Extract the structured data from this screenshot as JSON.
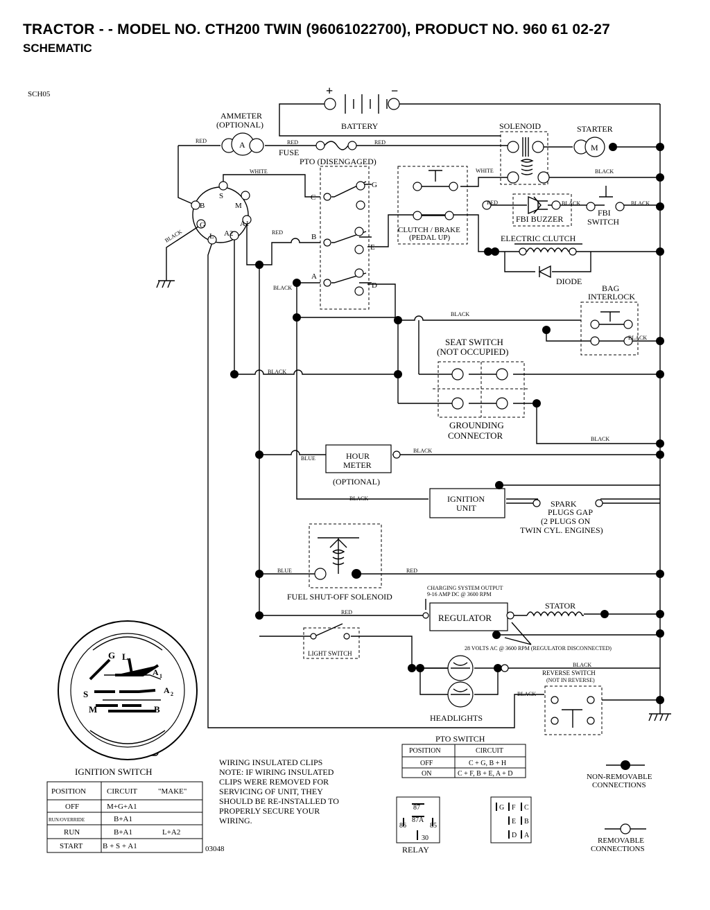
{
  "header": {
    "title": "TRACTOR - - MODEL NO. CTH200 TWIN (96061022700), PRODUCT NO. 960 61 02-27",
    "subtitle": "SCHEMATIC"
  },
  "diagram": {
    "ref_code": "SCH05",
    "doc_number": "03048",
    "battery": {
      "label": "BATTERY",
      "plus": "+",
      "minus": "−"
    },
    "ammeter": {
      "label_line1": "AMMETER",
      "label_line2": "(OPTIONAL)",
      "symbol": "A"
    },
    "fuse": "FUSE",
    "solenoid": "SOLENOID",
    "starter": {
      "label": "STARTER",
      "symbol": "M"
    },
    "pto": "PTO (DISENGAGED)",
    "clutch_brake": {
      "line1": "CLUTCH / BRAKE",
      "line2": "(PEDAL UP)"
    },
    "fbi_buzzer": "FBI BUZZER",
    "fbi_switch": {
      "line1": "FBI",
      "line2": "SWITCH"
    },
    "electric_clutch": "ELECTRIC CLUTCH",
    "diode": "DIODE",
    "bag_interlock": {
      "line1": "BAG",
      "line2": "INTERLOCK"
    },
    "seat_switch": {
      "line1": "SEAT SWITCH",
      "line2": "(NOT OCCUPIED)"
    },
    "grounding_connector": {
      "line1": "GROUNDING",
      "line2": "CONNECTOR"
    },
    "hour_meter": {
      "line1": "HOUR",
      "line2": "METER",
      "note": "(OPTIONAL)"
    },
    "ignition_unit": {
      "line1": "IGNITION",
      "line2": "UNIT"
    },
    "spark_plugs": [
      "SPARK",
      "PLUGS GAP",
      "(2 PLUGS ON",
      "TWIN CYL. ENGINES)"
    ],
    "fuel_solenoid": "FUEL SHUT-OFF SOLENOID",
    "charging_output": [
      "CHARGING SYSTEM OUTPUT",
      "9-16 AMP DC @ 3600 RPM"
    ],
    "regulator": "REGULATOR",
    "stator": "STATOR",
    "ac_note": "28 VOLTS AC @ 3600 RPM (REGULATOR DISCONNECTED)",
    "light_switch": "LIGHT SWITCH",
    "headlights": "HEADLIGHTS",
    "reverse_switch": {
      "line1": "REVERSE SWITCH",
      "line2": "(NOT IN REVERSE)"
    },
    "wire_colors": {
      "red": "RED",
      "white": "WHITE",
      "black": "BLACK",
      "blue": "BLUE"
    },
    "ign_terminals": {
      "s": "S",
      "m": "M",
      "b": "B",
      "g": "G",
      "l": "L",
      "a2": "A2",
      "a1": "A1"
    },
    "pto_terminals": {
      "c": "C",
      "g": "G",
      "b": "B",
      "e": "E",
      "a": "A",
      "d": "D"
    }
  },
  "ignition_switch": {
    "label": "IGNITION SWITCH",
    "pins": {
      "g": "G",
      "l": "L",
      "a1": "A",
      "a1_sub": "1",
      "s": "S",
      "a2": "A",
      "a2_sub": "2",
      "m": "M",
      "b": "B"
    },
    "table": {
      "headers": [
        "POSITION",
        "CIRCUIT",
        "\"MAKE\""
      ],
      "rows": [
        {
          "position": "OFF",
          "circuit": "M+G+A1",
          "make": ""
        },
        {
          "position": "RUN/OVERRIDE",
          "circuit": "B+A1",
          "make": ""
        },
        {
          "position": "RUN",
          "circuit": "B+A1",
          "make": "L+A2"
        },
        {
          "position": "START",
          "circuit": "B + S + A1",
          "make": ""
        }
      ]
    }
  },
  "notes": [
    "WIRING INSULATED CLIPS",
    "NOTE:  IF WIRING INSULATED",
    "CLIPS WERE REMOVED FOR",
    "SERVICING OF UNIT, THEY",
    "SHOULD BE RE-INSTALLED TO",
    "PROPERLY SECURE YOUR",
    "WIRING."
  ],
  "pto_switch_table": {
    "title": "PTO SWITCH",
    "headers": [
      "POSITION",
      "CIRCUIT"
    ],
    "rows": [
      {
        "position": "OFF",
        "circuit": "C + G, B + H"
      },
      {
        "position": "ON",
        "circuit": "C + F, B + E, A + D"
      }
    ]
  },
  "relay": {
    "label": "RELAY",
    "pins": [
      "87",
      "87A",
      "86",
      "85",
      "30"
    ]
  },
  "pto_connector": {
    "pins": [
      "G",
      "F",
      "C",
      "E",
      "B",
      "D",
      "A"
    ]
  },
  "legend": {
    "non_removable": [
      "NON-REMOVABLE",
      "CONNECTIONS"
    ],
    "removable": [
      "REMOVABLE",
      "CONNECTIONS"
    ]
  }
}
